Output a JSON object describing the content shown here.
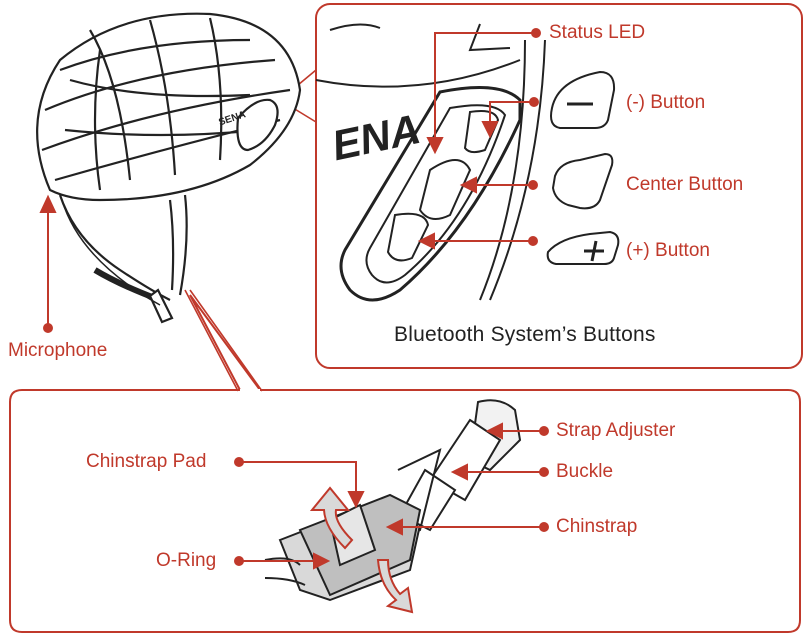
{
  "labels": {
    "status_led": "Status LED",
    "minus_button": "(-) Button",
    "center_button": "Center Button",
    "plus_button": "(+) Button",
    "microphone": "Microphone",
    "strap_adjuster": "Strap Adjuster",
    "buckle": "Buckle",
    "chinstrap_pad": "Chinstrap Pad",
    "chinstrap": "Chinstrap",
    "o_ring": "O-Ring"
  },
  "caption": "Bluetooth System’s Buttons",
  "device_logo": "ENA",
  "helmet_logo": "SENA",
  "colors": {
    "accent": "#c0392b",
    "line": "#222222"
  }
}
